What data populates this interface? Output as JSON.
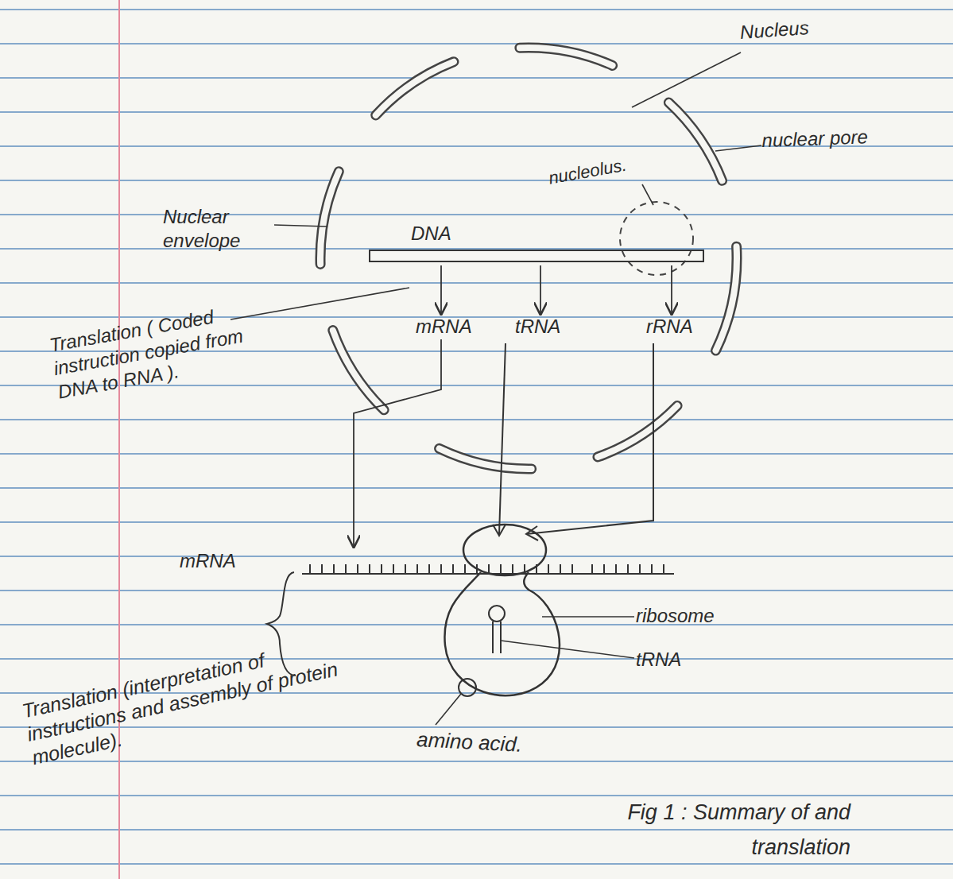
{
  "diagram": {
    "caption": "Fig 1 : Summary of and translation",
    "nodes": [
      {
        "text": [
          "DNA"
        ]
      },
      {
        "text": [
          "mRNA"
        ]
      },
      {
        "text": [
          "tRNA"
        ]
      },
      {
        "text": [
          "rRNA"
        ]
      },
      {
        "text": [
          "mRNA"
        ]
      }
    ],
    "edges": [
      {
        "from": 0,
        "to": 1,
        "arrow": "to"
      },
      {
        "from": 0,
        "to": 2,
        "arrow": "to"
      },
      {
        "from": 0,
        "to": 3,
        "arrow": "to"
      },
      {
        "from": 1,
        "to": 4,
        "arrow": "to"
      }
    ],
    "labels": [
      "Nucleus",
      "nuclear pore",
      "nucleolus.",
      "Nuclear envelope",
      "Translation ( Coded instruction copied from DNA to RNA ).",
      "ribosome",
      "tRNA",
      "amino acid.",
      "Translation (interpretation of instructions and assembly of protein molecule)."
    ]
  }
}
